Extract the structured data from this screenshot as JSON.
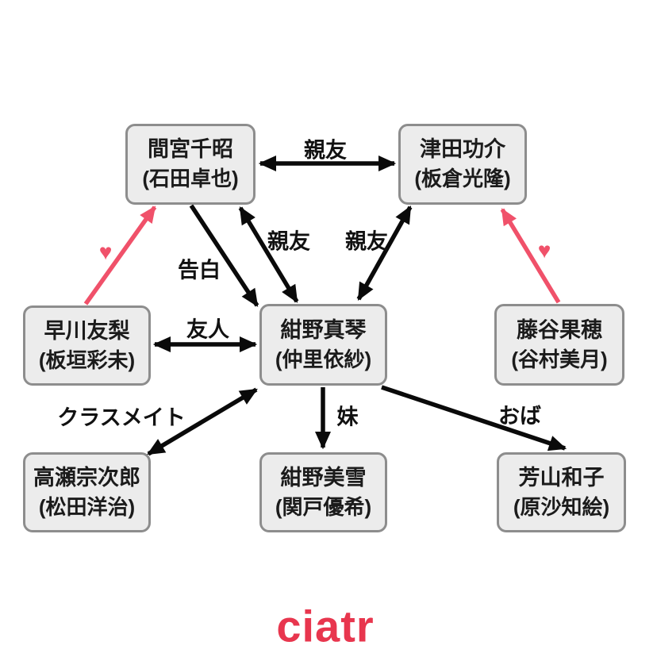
{
  "diagram": {
    "title_hidden": "",
    "nodes": [
      {
        "id": "chiaki",
        "name": "間宮千昭",
        "actor": "(石田卓也)"
      },
      {
        "id": "kousuke",
        "name": "津田功介",
        "actor": "(板倉光隆)"
      },
      {
        "id": "yuri",
        "name": "早川友梨",
        "actor": "(板垣彩未)"
      },
      {
        "id": "makoto",
        "name": "紺野真琴",
        "actor": "(仲里依紗)"
      },
      {
        "id": "kaho",
        "name": "藤谷果穂",
        "actor": "(谷村美月)"
      },
      {
        "id": "soujirou",
        "name": "高瀬宗次郎",
        "actor": "(松田洋治)"
      },
      {
        "id": "miyuki",
        "name": "紺野美雪",
        "actor": "(関戸優希)"
      },
      {
        "id": "kazuko",
        "name": "芳山和子",
        "actor": "(原沙知絵)"
      }
    ],
    "edges": [
      {
        "id": "chiaki-kousuke",
        "from": "chiaki",
        "to": "kousuke",
        "label": "親友",
        "type": "mutual"
      },
      {
        "id": "chiaki-makoto-kokuhaku",
        "from": "chiaki",
        "to": "makoto",
        "label": "告白",
        "type": "single"
      },
      {
        "id": "chiaki-makoto-shinyu",
        "from": "chiaki",
        "to": "makoto",
        "label": "親友",
        "type": "mutual"
      },
      {
        "id": "kousuke-makoto",
        "from": "kousuke",
        "to": "makoto",
        "label": "親友",
        "type": "mutual"
      },
      {
        "id": "yuri-makoto",
        "from": "yuri",
        "to": "makoto",
        "label": "友人",
        "type": "mutual"
      },
      {
        "id": "yuri-chiaki",
        "from": "yuri",
        "to": "chiaki",
        "label": "♥",
        "type": "love"
      },
      {
        "id": "kaho-kousuke",
        "from": "kaho",
        "to": "kousuke",
        "label": "♥",
        "type": "love"
      },
      {
        "id": "soujirou-makoto",
        "from": "soujirou",
        "to": "makoto",
        "label": "クラスメイト",
        "type": "mutual"
      },
      {
        "id": "makoto-miyuki",
        "from": "makoto",
        "to": "miyuki",
        "label": "妹",
        "type": "single"
      },
      {
        "id": "makoto-kazuko",
        "from": "makoto",
        "to": "kazuko",
        "label": "おば",
        "type": "single"
      }
    ],
    "colors": {
      "line": "#0a0a0a",
      "love": "#f0516a",
      "box_fill": "#ececec",
      "box_border": "#8d8d8d",
      "logo": "#e8364e"
    },
    "logo": "ciatr"
  }
}
